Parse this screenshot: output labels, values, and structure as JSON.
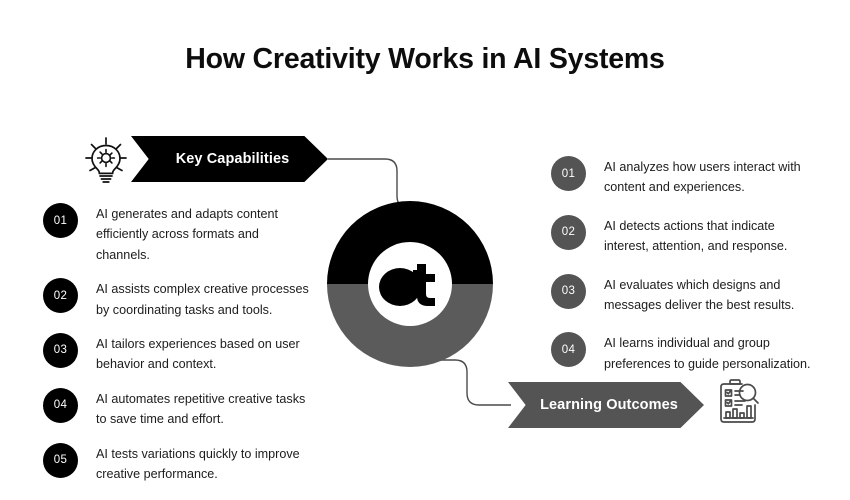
{
  "page": {
    "title": "How Creativity Works in AI Systems",
    "background_color": "#ffffff",
    "text_color": "#1c1c1c"
  },
  "emblem": {
    "name": "at-logo",
    "glyph": "at",
    "top_color": "#000000",
    "bottom_color": "#5b5b5b",
    "center_color": "#ffffff"
  },
  "left_section": {
    "banner": {
      "label": "Key Capabilities",
      "color": "#000000",
      "icon": "lightbulb-gear-icon"
    },
    "items": [
      {
        "number": "01",
        "text": "AI generates and adapts content efficiently across formats and channels."
      },
      {
        "number": "02",
        "text": "AI assists complex creative processes by coordinating tasks and tools."
      },
      {
        "number": "03",
        "text": "AI tailors experiences based on user behavior and context."
      },
      {
        "number": "04",
        "text": "AI automates repetitive creative tasks to save time and effort."
      },
      {
        "number": "05",
        "text": "AI tests variations quickly to improve creative performance."
      }
    ],
    "badge_color": "#000000"
  },
  "right_section": {
    "banner": {
      "label": "Learning Outcomes",
      "color": "#545454",
      "icon": "clipboard-analysis-icon"
    },
    "items": [
      {
        "number": "01",
        "text": "AI analyzes how users interact with content and experiences."
      },
      {
        "number": "02",
        "text": "AI detects actions that indicate interest, attention, and response."
      },
      {
        "number": "03",
        "text": "AI evaluates which designs and messages deliver the best results."
      },
      {
        "number": "04",
        "text": "AI learns individual and group preferences to guide personalization."
      }
    ],
    "badge_color": "#545454"
  },
  "connectors": {
    "color": "#4a4a4a"
  }
}
